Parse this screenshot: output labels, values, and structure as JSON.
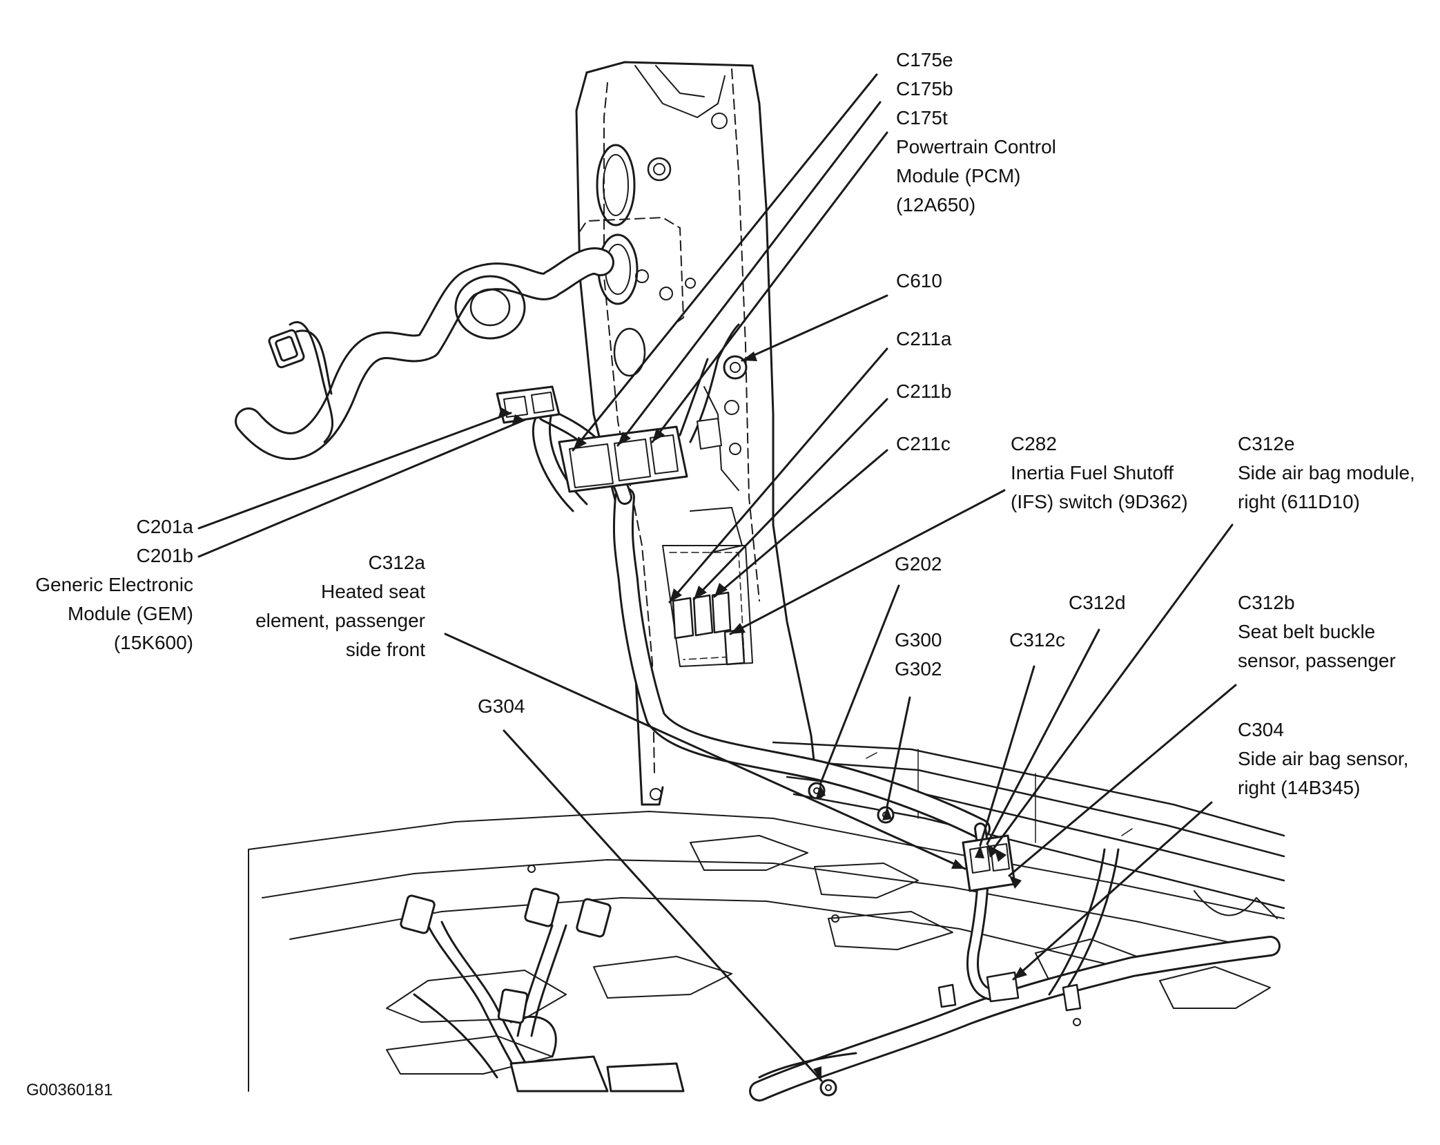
{
  "figure_code": "G00360181",
  "callouts": {
    "c175": [
      "C175e",
      "C175b",
      "C175t",
      "Powertrain Control",
      "Module (PCM)",
      "(12A650)"
    ],
    "c610": [
      "C610"
    ],
    "c211a": [
      "C211a"
    ],
    "c211b": [
      "C211b"
    ],
    "c211c": [
      "C211c"
    ],
    "c282": [
      "C282",
      "Inertia Fuel Shutoff",
      "(IFS) switch (9D362)"
    ],
    "c312e": [
      "C312e",
      "Side air bag module,",
      "right (611D10)"
    ],
    "c201": [
      "C201a",
      "C201b",
      "Generic Electronic",
      "Module (GEM)",
      "(15K600)"
    ],
    "c312a": [
      "C312a",
      "Heated seat",
      "element, passenger",
      "side front"
    ],
    "g202": [
      "G202"
    ],
    "c312d": [
      "C312d"
    ],
    "c312b": [
      "C312b",
      "Seat belt buckle",
      "sensor, passenger"
    ],
    "g300": [
      "G300",
      "G302"
    ],
    "c312c": [
      "C312c"
    ],
    "g304": [
      "G304"
    ],
    "c304": [
      "C304",
      "Side air bag sensor,",
      "right (14B345)"
    ]
  }
}
